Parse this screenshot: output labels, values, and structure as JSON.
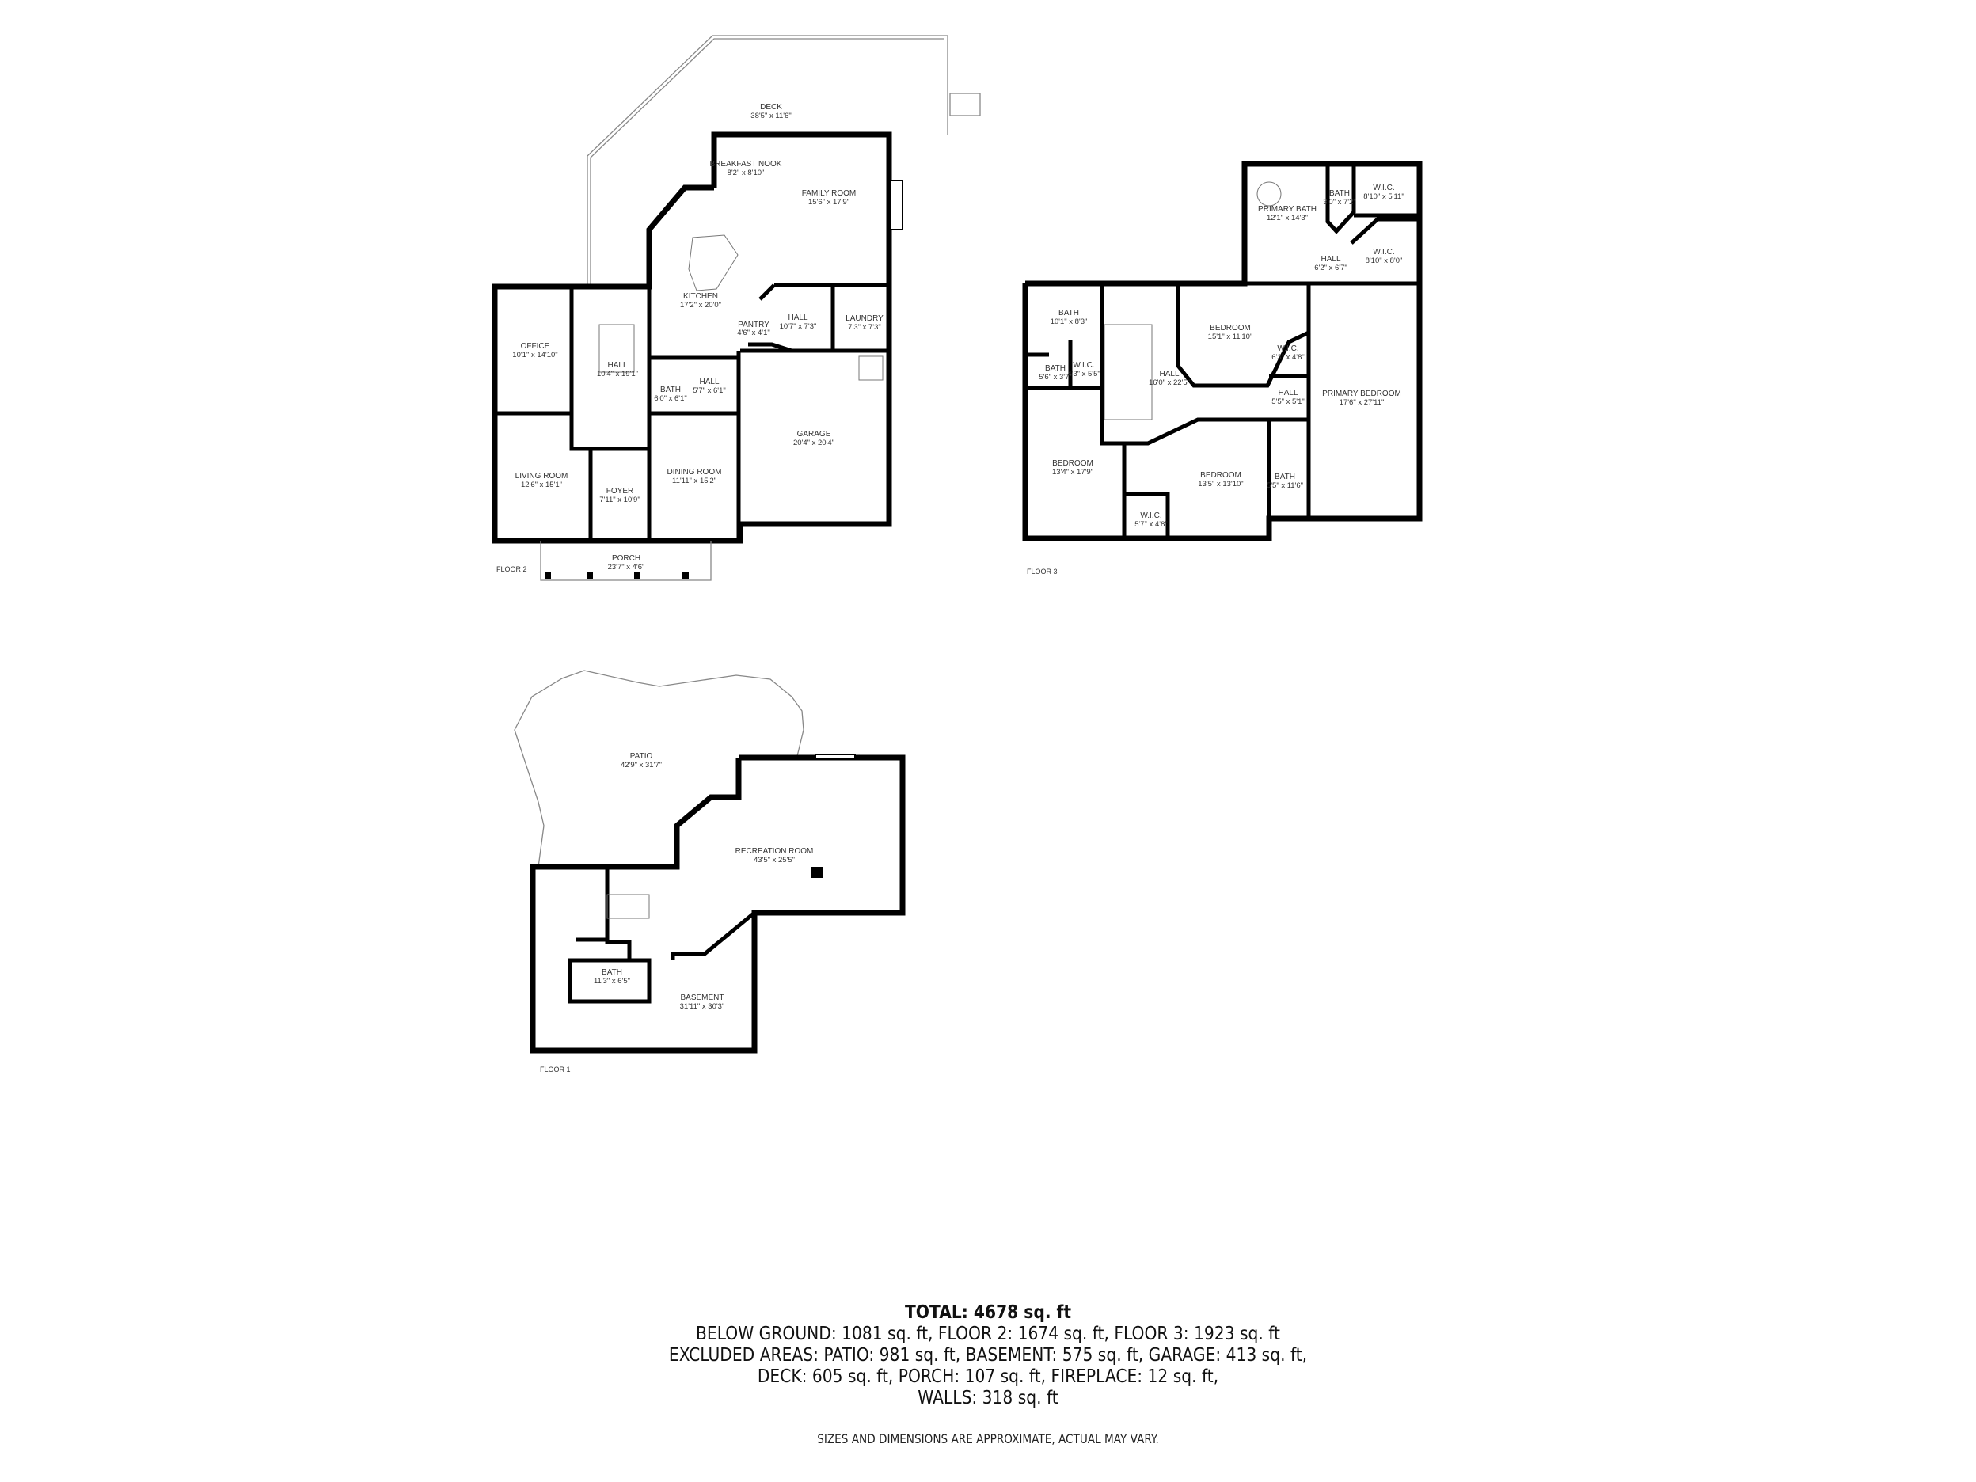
{
  "floors": [
    {
      "label": "FLOOR 2",
      "rooms": [
        {
          "name": "DECK",
          "dims": "38'5\" x 11'6\""
        },
        {
          "name": "BREAKFAST NOOK",
          "dims": "8'2\" x 8'10\""
        },
        {
          "name": "FAMILY ROOM",
          "dims": "15'6\" x 17'9\""
        },
        {
          "name": "KITCHEN",
          "dims": "17'2\" x 20'0\""
        },
        {
          "name": "PANTRY",
          "dims": "4'6\" x 4'1\""
        },
        {
          "name": "HALL",
          "dims": "10'7\" x 7'3\""
        },
        {
          "name": "LAUNDRY",
          "dims": "7'3\" x 7'3\""
        },
        {
          "name": "OFFICE",
          "dims": "10'1\" x 14'10\""
        },
        {
          "name": "HALL",
          "dims": "10'4\" x 19'1\""
        },
        {
          "name": "BATH",
          "dims": "6'0\" x 6'1\""
        },
        {
          "name": "HALL",
          "dims": "5'7\" x 6'1\""
        },
        {
          "name": "GARAGE",
          "dims": "20'4\" x 20'4\""
        },
        {
          "name": "LIVING ROOM",
          "dims": "12'6\" x 15'1\""
        },
        {
          "name": "FOYER",
          "dims": "7'11\" x 10'9\""
        },
        {
          "name": "DINING ROOM",
          "dims": "11'11\" x 15'2\""
        },
        {
          "name": "PORCH",
          "dims": "23'7\" x 4'6\""
        }
      ]
    },
    {
      "label": "FLOOR 3",
      "rooms": [
        {
          "name": "PRIMARY BATH",
          "dims": "12'1\" x 14'3\""
        },
        {
          "name": "BATH",
          "dims": "3'0\" x 7'2\""
        },
        {
          "name": "W.I.C.",
          "dims": "8'10\" x 5'11\""
        },
        {
          "name": "W.I.C.",
          "dims": "8'10\" x 8'0\""
        },
        {
          "name": "HALL",
          "dims": "6'2\" x 6'7\""
        },
        {
          "name": "BATH",
          "dims": "10'1\" x 8'3\""
        },
        {
          "name": "BEDROOM",
          "dims": "15'1\" x 11'10\""
        },
        {
          "name": "HALL",
          "dims": "16'0\" x 22'5\""
        },
        {
          "name": "BATH",
          "dims": "5'6\" x 3'7\""
        },
        {
          "name": "W.I.C.",
          "dims": "4'3\" x 5'5\""
        },
        {
          "name": "W.I.C.",
          "dims": "6'3\" x 4'8\""
        },
        {
          "name": "HALL",
          "dims": "5'5\" x 5'1\""
        },
        {
          "name": "PRIMARY BEDROOM",
          "dims": "17'6\" x 27'11\""
        },
        {
          "name": "BEDROOM",
          "dims": "13'4\" x 17'9\""
        },
        {
          "name": "BEDROOM",
          "dims": "13'5\" x 13'10\""
        },
        {
          "name": "BATH",
          "dims": "5'5\" x 11'6\""
        },
        {
          "name": "W.I.C.",
          "dims": "5'7\" x 4'8\""
        }
      ]
    },
    {
      "label": "FLOOR 1",
      "rooms": [
        {
          "name": "PATIO",
          "dims": "42'9\" x 31'7\""
        },
        {
          "name": "RECREATION ROOM",
          "dims": "43'5\" x 25'5\""
        },
        {
          "name": "BATH",
          "dims": "11'3\" x 6'5\""
        },
        {
          "name": "BASEMENT",
          "dims": "31'11\" x 30'3\""
        }
      ]
    }
  ],
  "summary": {
    "total": "TOTAL: 4678 sq. ft",
    "line1": "BELOW GROUND: 1081 sq. ft, FLOOR 2: 1674 sq. ft, FLOOR 3: 1923 sq. ft",
    "line2": "EXCLUDED AREAS: PATIO: 981 sq. ft, BASEMENT: 575 sq. ft, GARAGE: 413 sq. ft,",
    "line3": "DECK: 605 sq. ft, PORCH: 107 sq. ft, FIREPLACE: 12 sq. ft,",
    "line4": "WALLS: 318 sq. ft",
    "disclaimer": "SIZES AND DIMENSIONS ARE APPROXIMATE, ACTUAL MAY VARY."
  }
}
